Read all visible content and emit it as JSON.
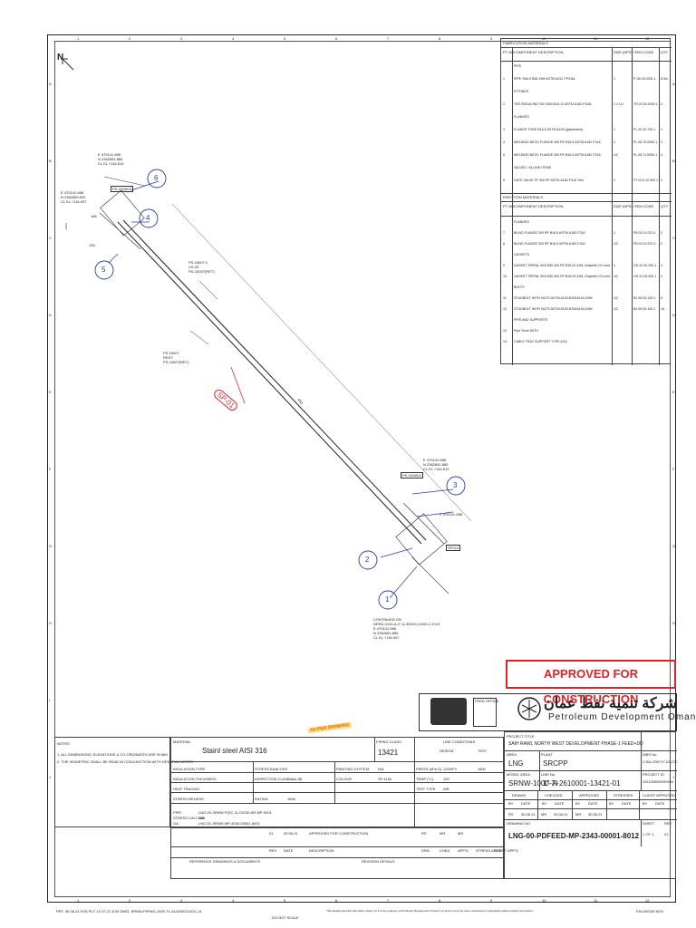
{
  "north_label": "N",
  "border": {
    "col_numbers_top": [
      "1",
      "2",
      "3",
      "4",
      "5",
      "6",
      "7",
      "8",
      "9",
      "10",
      "11",
      "12"
    ],
    "row_letters_left": [
      "A",
      "B",
      "C",
      "D",
      "E",
      "F",
      "G",
      "H",
      "I",
      "J"
    ]
  },
  "materials": {
    "fab_title": "FABRICATION MATERIALS",
    "erect_title": "ERECTION MATERIALS",
    "col_headers": [
      "PT NO",
      "COMPONENT DESCRIPTION",
      "SIZE (NPS)",
      "ITEM CODE",
      "QTY"
    ],
    "fab_rows": [
      {
        "no": "",
        "desc": "PIPE",
        "size": "",
        "code": "",
        "qty": ""
      },
      {
        "no": "1",
        "desc": "PIPE SMLS B36.19M ASTM A312-TP316L",
        "size": "1",
        "code": "P-36.33.0331.1",
        "qty": "8.9m"
      },
      {
        "no": "",
        "desc": "FITTINGS",
        "size": "",
        "code": "",
        "qty": ""
      },
      {
        "no": "2",
        "desc": "TEE REDUCING SW 3000 B16.11 ASTM A182-F316L",
        "size": "1 x 1/2",
        "code": "TR.03.00.0000.1",
        "qty": "2"
      },
      {
        "no": "",
        "desc": "FLANGES",
        "size": "",
        "code": "",
        "qty": ""
      },
      {
        "no": "3",
        "desc": "FLANGE THRD B16.5 ASTM A105 (galvanised)",
        "size": "1",
        "code": "FL.02.02.700.1",
        "qty": "1"
      },
      {
        "no": "4",
        "desc": "WELDING NECK FLANGE 300 RF B16.5 ASTM A182-F316",
        "size": "1",
        "code": "FL.05.70.0000.1",
        "qty": "2"
      },
      {
        "no": "5",
        "desc": "WELDING NECK FLANGE 300 RF B16.5 ASTM A182-F316",
        "size": "1/2",
        "code": "FL.05.71.0000.1",
        "qty": "2"
      },
      {
        "no": "",
        "desc": "VALVES / IN-LINE ITEMS",
        "size": "",
        "code": "",
        "qty": ""
      },
      {
        "no": "6",
        "desc": "GATE VALVE FF 300 RF ASTM A182-F316 Trim",
        "size": "1",
        "code": "FT.23.0.12.900.1",
        "qty": "2"
      }
    ],
    "erect_rows": [
      {
        "no": "",
        "desc": "FLANGES",
        "size": "",
        "code": "",
        "qty": ""
      },
      {
        "no": "7",
        "desc": "BLIND FLANGE 300 RF B16.5 ASTM A182-F316",
        "size": "1",
        "code": "FB.03.10.070.1",
        "qty": "2"
      },
      {
        "no": "8",
        "desc": "BLIND FLANGE 300 RF B16.5 ASTM A182-F316",
        "size": "1/2",
        "code": "FB.03.10.070.1",
        "qty": "2"
      },
      {
        "no": "",
        "desc": "GASKETS",
        "size": "",
        "code": "",
        "qty": ""
      },
      {
        "no": "9",
        "desc": "GASKET SPIRAL WOUND 300 RF B16.20 316L Graphite CS centring ring",
        "size": "1",
        "code": "GS.41.29.200.1",
        "qty": "4"
      },
      {
        "no": "10",
        "desc": "GASKET SPIRAL WOUND 300 RF B16.20 316L Graphite CS centring ring",
        "size": "1/2",
        "code": "GS.41.29.200.1",
        "qty": "4"
      },
      {
        "no": "",
        "desc": "BOLTS",
        "size": "",
        "code": "",
        "qty": ""
      },
      {
        "no": "11",
        "desc": "STUDBOLT WITH NUTS ASTM A193-B7M/A194-2HM",
        "size": "1/2",
        "code": "B1.59.00.100.1",
        "qty": "8"
      },
      {
        "no": "12",
        "desc": "STUDBOLT WITH NUTS ASTM A193-B7M/A194-2HM",
        "size": "1/2",
        "code": "B1.59.00.100.1",
        "qty": "16"
      },
      {
        "no": "",
        "desc": "PIPE AND SUPPORTS",
        "size": "",
        "code": "",
        "qty": ""
      },
      {
        "no": "13",
        "desc": "Pipe Shoe WITH",
        "size": "",
        "code": "",
        "qty": ""
      },
      {
        "no": "14",
        "desc": "CABLE TRAY SUPPORT TYPE 4/16",
        "size": "",
        "code": "",
        "qty": ""
      }
    ]
  },
  "iso": {
    "coord_top": [
      "E 470141.988",
      "N 2362651.880",
      "CL EL +116.519"
    ],
    "coord_left": [
      "E 470141.988",
      "N 2362650.502",
      "CL EL +116.007"
    ],
    "coord_right": [
      "E 470141.988",
      "N 2362651.880",
      "CL EL +116.519"
    ],
    "coord_right2": [
      "E 470141.988",
      "N 2362651.880",
      "CL EL +116.519"
    ],
    "support_1": [
      "PS-24007.1",
      "US-25",
      "PD-24007(RET)"
    ],
    "support_2": [
      "PS-24007",
      "REST",
      "PS-24007(RET)"
    ],
    "tag_left": "PS-GK8513",
    "tag_right": "PS-GK8512",
    "tag_spec": "SP024",
    "dim_long": "453",
    "dim_1": "166",
    "dim_2": "135",
    "continued": [
      "CONTINUED ON",
      "NRSD-2100-A-2\"-A-300G0-10001-1-EXS",
      "E 470141.988",
      "N 2362651.880",
      "CL EL +116.007"
    ],
    "weld_labels": [
      "1",
      "2",
      "3",
      "4",
      "5",
      "6"
    ],
    "spool_note": "SP-01",
    "markup_note": "AS PER DRAWING"
  },
  "stamp": "APPROVED FOR CONSTRUCTION",
  "company": {
    "name_ar": "شركة تنمية نفط عمان",
    "name_en": "Petroleum Development Oman",
    "feed_office": "FEED OFFICE"
  },
  "notes": {
    "title": "NOTES",
    "items": [
      "1. ALL DIMENSIONS, ELEVATIONS & CO-ORDINATES ARE IN MM",
      "2. THE ISOMETRIC SHALL BE READ IN CONJUNCTION WITH GENERAL NOTES"
    ]
  },
  "title_block": {
    "material_label": "MATERIAL",
    "material_value": "Stainl steel AISI 316",
    "piping_class_label": "PIPING CLASS",
    "piping_class_value": "13421",
    "line_conditions": "LINE CONDITIONS",
    "design": "DESIGN",
    "test": "TEST",
    "project_title_label": "PROJECT TITLE",
    "project_title": "SAIH RAWL NORTH WEST DEVELOPMENT PHASE-1 FEED+DD",
    "area_label": "AREA",
    "area_value": "LNG",
    "plant_label": "PLANT",
    "plant_value": "SRCPP",
    "model_area_label": "MODEL AREA",
    "model_area_value": "SRNW-1000-TI",
    "line_no_label": "LINE No.",
    "line_no_value": "1\"-A-2610001-13421-01",
    "wbs_label": "WBS No.",
    "wbs_value": "C.BA.220F.07.22.22C",
    "project_id_label": "PROJECT ID",
    "project_id_value": "GG10000D0R0004",
    "drawing_no_label": "DRAWING NO",
    "drawing_no": "LNG-00-PDFEED-MP-2343-00001-8012",
    "sheet_label": "SHEET",
    "sheet_value": "1 OF 1",
    "rev_label": "REV",
    "rev_value": "01",
    "drawn": "DRAWN",
    "checked": "CHECKED",
    "approved": "APPROVED",
    "stressed": "STRESSED",
    "client_approved": "CLIENT APPROVED",
    "by": "BY",
    "date": "DATE",
    "sign_initials": [
      "RS",
      "MR",
      "MR"
    ],
    "sign_dates": [
      "30.06.21",
      "30.06.21",
      "30.06.21"
    ],
    "insulation_type": "INSULATION TYPE",
    "insulation_thickness": "INSULATION THICKNESS",
    "heat_tracing": "HEAT TRACING",
    "stress_relieve": "STRESS RELIEVE",
    "stress_analysis": "STRESS ANALYSIS",
    "inspection_class": "INSPECTION CLASS",
    "inspection_value": "Class-3B",
    "rating": "RATING",
    "rating_value": "150#",
    "painting_system": "PAINTING SYSTEM",
    "painting_value": "N/A",
    "colour": "COLOUR",
    "colour_value": "SP-1100",
    "press": "PRESS (kPa G)",
    "temp": "TEMP (°C)",
    "test_type": "TEST TYPE",
    "test_type_value": "AIR",
    "press_val": "1200/FV",
    "press_test": "1800",
    "temp_val": "100",
    "pipe_label": "PIPE",
    "stress_calc_no": "STRESS CALC NO",
    "ga_label": "GA",
    "pipe_ref": "LNG-00-SRNW-P(SC-2)-GOOD-8R-MP-0001",
    "stress_ref": "N/A",
    "ga_ref": "LNG-01-SRNW-MP-4000-00001-8001",
    "revision_rows": [
      {
        "rev": "01",
        "date": "30.06.21",
        "desc": "APPROVED FOR CONSTRUCTION",
        "drn": "RS",
        "chk": "MR",
        "appd": "MR"
      }
    ],
    "rev_head": [
      "REV",
      "DATE",
      "DESCRIPTION",
      "DRN",
      "CHKD",
      "APP'D",
      "STRESS APP'D",
      "CLIENT APP'D"
    ],
    "reference_label": "REFERENCE DRAWINGS & DOCUMENTS",
    "revision_details": "REVISION DETAILS"
  },
  "footer": {
    "left": "PRT: 30-06-21 9:05   PLT: 12-07-21 8:39   DWG: SRNW-PIPING-1000-T1-ALIGNED/1021-14",
    "scale": "DO NOT SCALE",
    "right": "P.M.0003/E NOV",
    "disclaimer": "This drawing and all information shown on it is the property of Petroleum Development Oman LLC and is not to be used, disclosed or reproduced without written permission."
  }
}
